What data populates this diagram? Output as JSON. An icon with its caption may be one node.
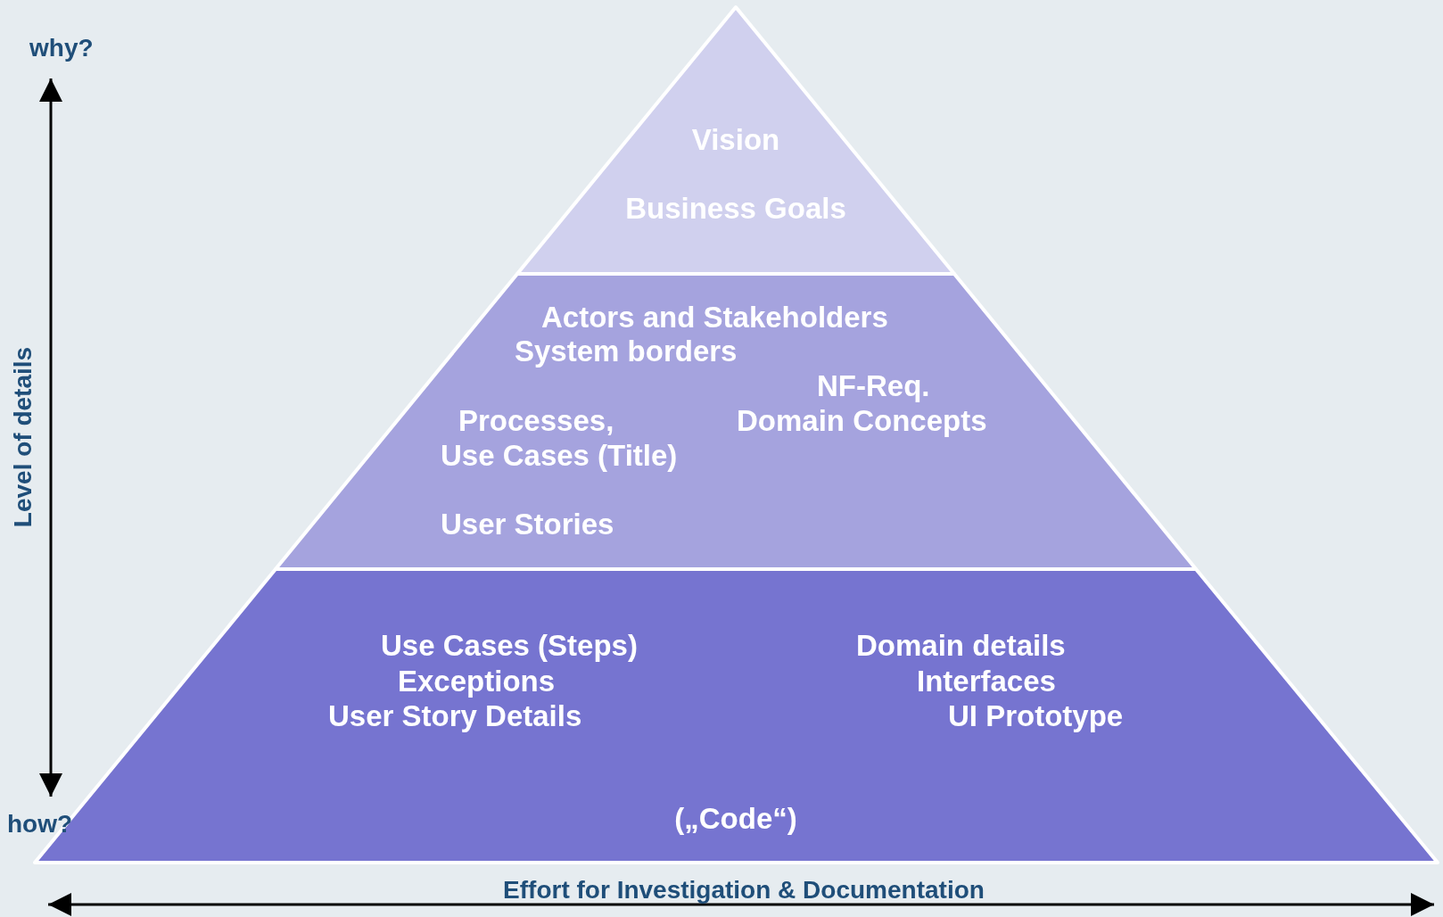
{
  "diagram": {
    "nodes": [
      {
        "text": [
          "Vision",
          "Business Goals"
        ]
      },
      {
        "text": [
          "Actors and Stakeholders",
          "System borders",
          "NF-Req.",
          "Processes,",
          "Domain Concepts",
          "Use Cases (Title)",
          "User Stories"
        ]
      },
      {
        "text": [
          "Use Cases (Steps)",
          "Exceptions",
          "User Story Details",
          "Domain details",
          "Interfaces",
          "UI Prototype",
          "(„Code“)"
        ]
      }
    ],
    "labels": [
      "why?",
      "Level of details",
      "how?",
      "Effort for Investigation & Documentation"
    ]
  }
}
